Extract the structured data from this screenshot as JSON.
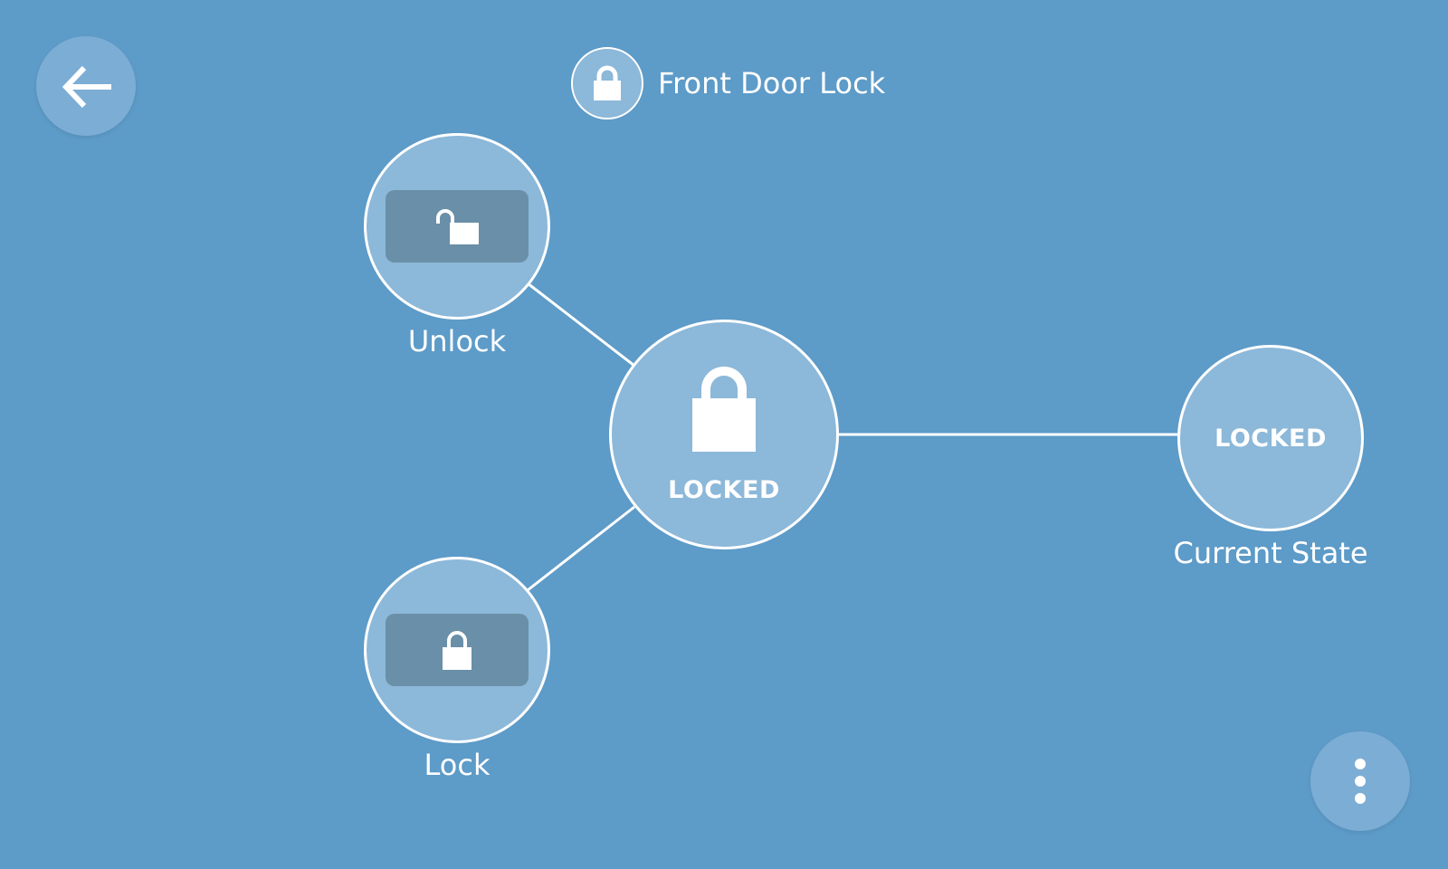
{
  "header": {
    "title": "Front Door Lock",
    "icon": "padlock-icon"
  },
  "nav": {
    "back_icon": "arrow-left-icon",
    "menu_icon": "vertical-dots-icon"
  },
  "actions": [
    {
      "label": "Unlock",
      "icon": "unlocked-padlock-icon"
    },
    {
      "label": "Lock",
      "icon": "padlock-icon"
    }
  ],
  "device": {
    "status": "LOCKED",
    "icon": "padlock-icon"
  },
  "current_state": {
    "value": "LOCKED",
    "label": "Current State"
  },
  "colors": {
    "background": "#5d9bc8",
    "node_fill": "#8cb8d9",
    "action_pad": "#6a8fa8",
    "button_fill": "#7cadd5",
    "foreground": "#ffffff"
  }
}
